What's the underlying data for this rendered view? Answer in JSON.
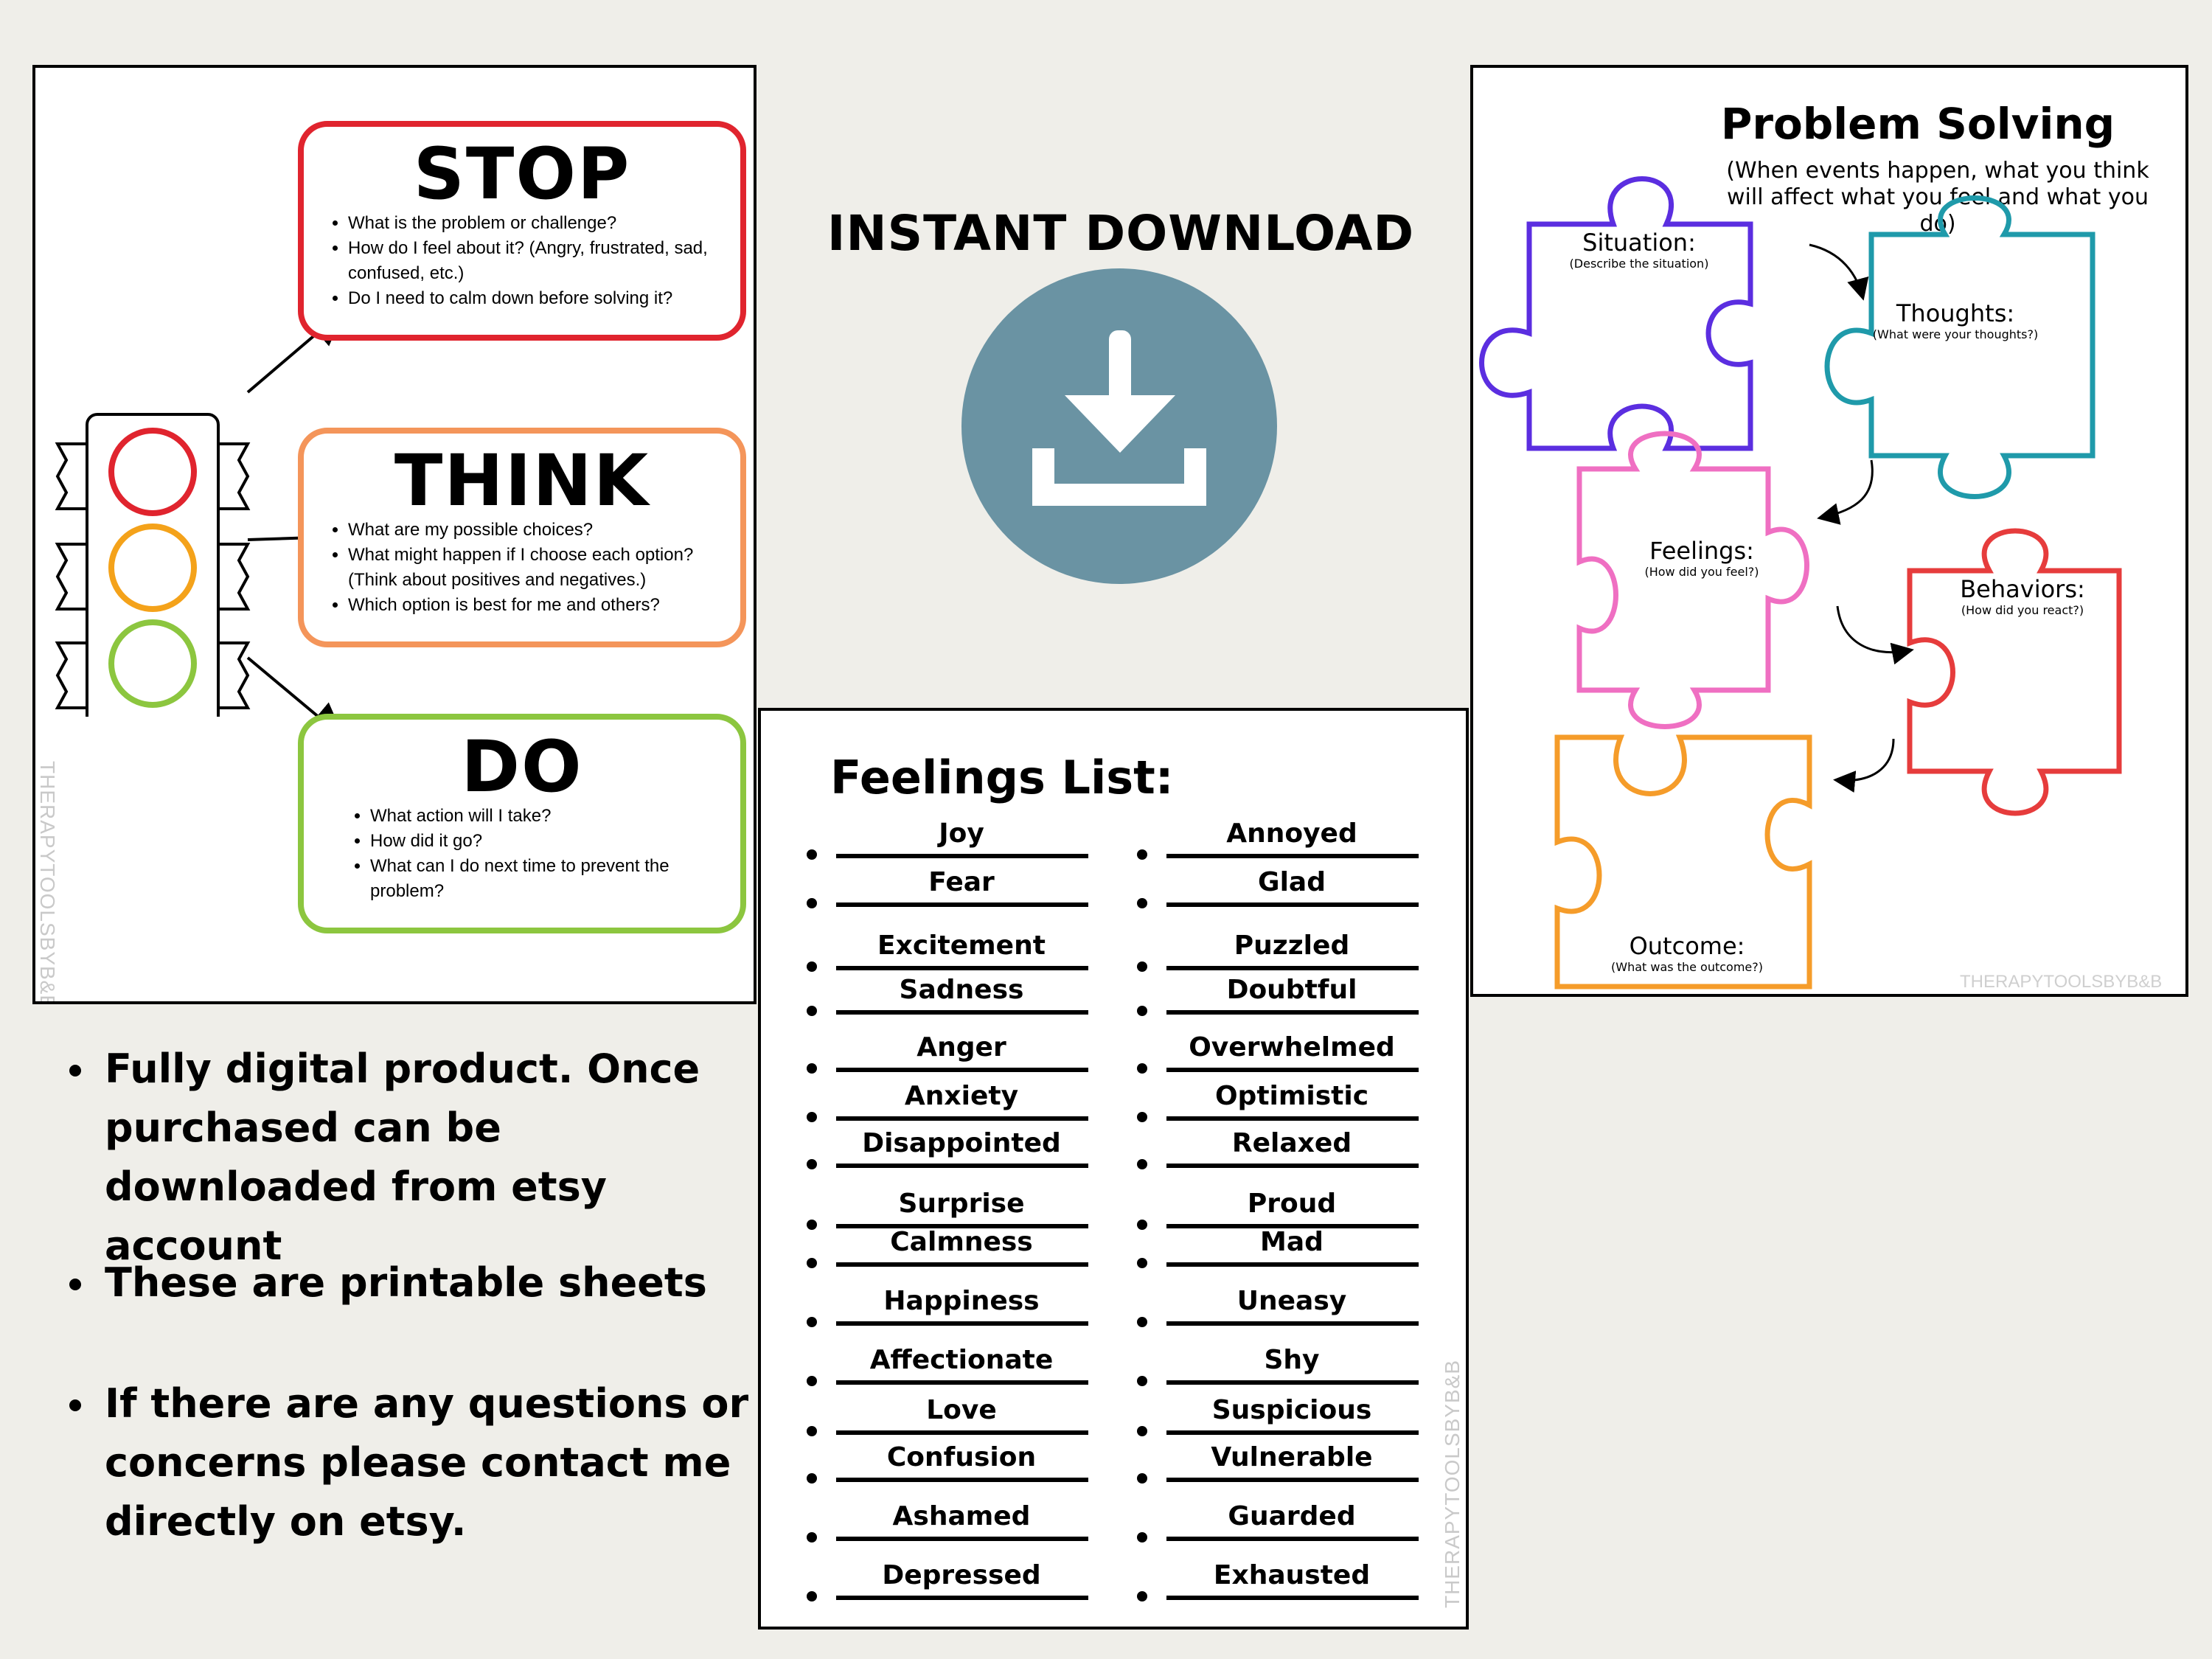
{
  "stop_think_do": {
    "stop": {
      "title": "STOP",
      "items": [
        "What is the problem or challenge?",
        "How do I feel about it? (Angry, frustrated, sad, confused, etc.)",
        "Do I need to calm down before solving it?"
      ]
    },
    "think": {
      "title": "THINK",
      "items": [
        "What are my possible choices?",
        "What might happen if I choose each option? (Think about positives and negatives.)",
        "Which option is best for me and others?"
      ]
    },
    "do": {
      "title": "DO",
      "items": [
        "What action will I take?",
        "How did it go?",
        "What can I do next time to prevent the problem?"
      ]
    },
    "watermark": "THERAPYTOOLSBYB&B",
    "colors": {
      "stop": "#e0242e",
      "think": "#f4955a",
      "do": "#8cc63f"
    }
  },
  "download": {
    "title": "INSTANT DOWNLOAD",
    "icon": "download-icon",
    "circle_color": "#6a93a3"
  },
  "info_bullets": [
    "Fully digital product. Once purchased can be downloaded from etsy account",
    "These are printable sheets",
    "If there are any questions or concerns please contact me directly on etsy."
  ],
  "feelings": {
    "title": "Feelings List:",
    "left": [
      "Joy",
      "Fear",
      "Excitement",
      "Sadness",
      "Anger",
      "Anxiety",
      "Disappointed",
      "Surprise",
      "Calmness",
      "Happiness",
      "Affectionate",
      "Love",
      "Confusion",
      "Ashamed",
      "Depressed"
    ],
    "right": [
      "Annoyed",
      "Glad",
      "Puzzled",
      "Doubtful",
      "Overwhelmed",
      "Optimistic",
      "Relaxed",
      "Proud",
      "Mad",
      "Uneasy",
      "Shy",
      "Suspicious",
      "Vulnerable",
      "Guarded",
      "Exhausted"
    ],
    "watermark": "THERAPYTOOLSBYB&B"
  },
  "problem_solving": {
    "title": "Problem Solving",
    "subtitle": "(When events happen, what you think will affect what you feel and what you do)",
    "pieces": {
      "situation": {
        "label": "Situation:",
        "sub": "(Describe the situation)",
        "color": "#5b2ee0"
      },
      "thoughts": {
        "label": "Thoughts:",
        "sub": "(What were your thoughts?)",
        "color": "#1f9aaa"
      },
      "feelings": {
        "label": "Feelings:",
        "sub": "(How did you feel?)",
        "color": "#ef6fc2"
      },
      "behaviors": {
        "label": "Behaviors:",
        "sub": "(How did you react?)",
        "color": "#e63c3c"
      },
      "outcome": {
        "label": "Outcome:",
        "sub": "(What was the outcome?)",
        "color": "#f59c2a"
      }
    },
    "watermark": "THERAPYTOOLSBYB&B"
  }
}
